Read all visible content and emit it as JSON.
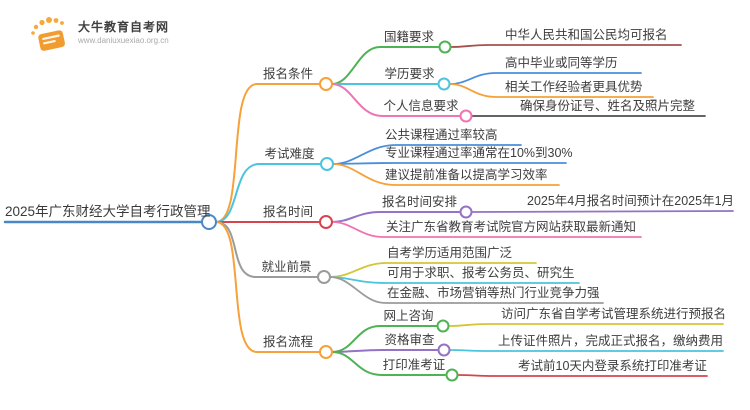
{
  "logo": {
    "site_name": "大牛教育自考网",
    "site_url": "www.daniuxuexiao.org.cn"
  },
  "mindmap": {
    "root": "2025年广东财经大学自考行政管理",
    "branches": [
      {
        "label": "报名条件",
        "children": [
          {
            "label": "国籍要求",
            "leaves": [
              "中华人民共和国公民均可报名"
            ]
          },
          {
            "label": "学历要求",
            "leaves": [
              "高中毕业或同等学历",
              "相关工作经验者更具优势"
            ]
          },
          {
            "label": "个人信息要求",
            "leaves": [
              "确保身份证号、姓名及照片完整"
            ]
          }
        ]
      },
      {
        "label": "考试难度",
        "leaves": [
          "公共课程通过率较高",
          "专业课程通过率通常在10%到30%",
          "建议提前准备以提高学习效率"
        ]
      },
      {
        "label": "报名时间",
        "children": [
          {
            "label": "报名时间安排",
            "leaves": [
              "2025年4月报名时间预计在2025年1月"
            ]
          }
        ],
        "leaves": [
          "关注广东省教育考试院官方网站获取最新通知"
        ]
      },
      {
        "label": "就业前景",
        "leaves": [
          "自考学历适用范围广泛",
          "可用于求职、报考公务员、研究生",
          "在金融、市场营销等热门行业竞争力强"
        ]
      },
      {
        "label": "报名流程",
        "children": [
          {
            "label": "网上咨询",
            "leaves": [
              "访问广东省自学考试管理系统进行预报名"
            ]
          },
          {
            "label": "资格审查",
            "leaves": [
              "上传证件照片，完成正式报名，缴纳费用"
            ]
          },
          {
            "label": "打印准考证",
            "leaves": [
              "考试前10天内登录系统打印准考证"
            ]
          }
        ]
      }
    ],
    "palette": {
      "root_blue": "#4a87c6",
      "orange": "#f6a13a",
      "cyan": "#4cc4dd",
      "red": "#d6454f",
      "gray": "#9b9b9b",
      "green": "#4fb254",
      "pink": "#ef74b4",
      "purple": "#9472c4",
      "dark_red": "#a3524e",
      "blue": "#4a8fdc",
      "yellow": "#d3c634",
      "dark_gray": "#4e4e4e",
      "brand_orange": "#f29b2e"
    }
  }
}
